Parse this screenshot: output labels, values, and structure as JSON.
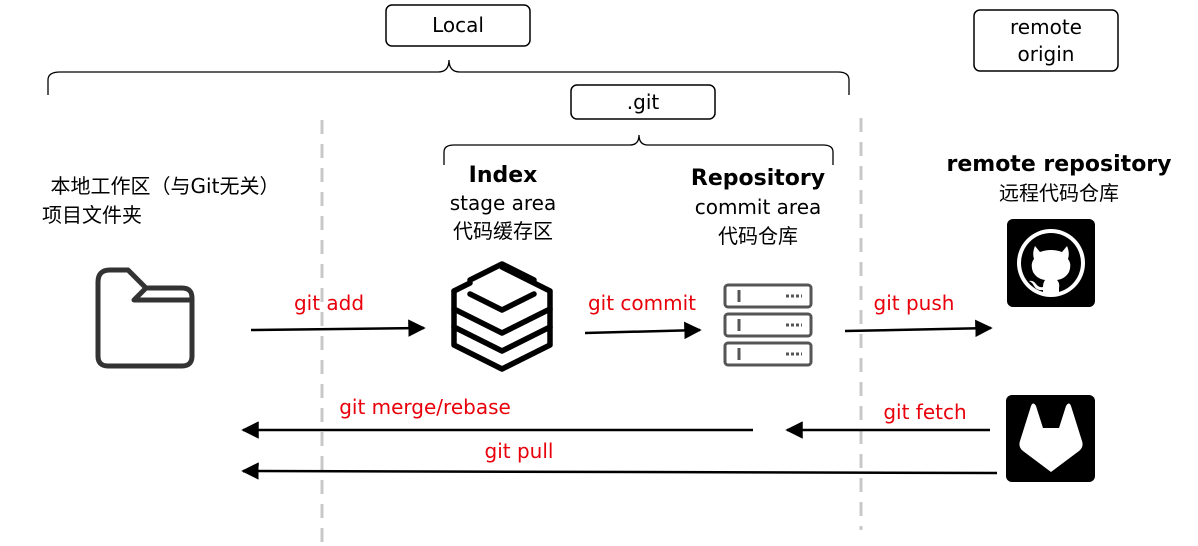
{
  "boxes": {
    "local": "Local",
    "remote_origin_line1": "remote",
    "remote_origin_line2": "origin",
    "git_dir": ".git"
  },
  "working_dir": {
    "line1": "本地工作区（与Git无关）",
    "line2": "项目文件夹"
  },
  "index": {
    "title": "Index",
    "subtitle": "stage area",
    "chinese": "代码缓存区"
  },
  "repository": {
    "title": "Repository",
    "subtitle": "commit area",
    "chinese": "代码仓库"
  },
  "remote": {
    "title": "remote repository",
    "chinese": "远程代码仓库"
  },
  "commands": {
    "add": "git add",
    "commit": "git commit",
    "push": "git push",
    "merge": "git merge/rebase",
    "fetch": "git fetch",
    "pull": "git pull"
  },
  "colors": {
    "command_text": "#e8000b",
    "lines": "#000000",
    "dashed": "#c8c8c8",
    "icon_tile": "#000000"
  },
  "icons": {
    "folder": "folder-icon",
    "stack": "layers-icon",
    "server": "server-icon",
    "github": "github-icon",
    "gitlab": "gitlab-icon"
  }
}
